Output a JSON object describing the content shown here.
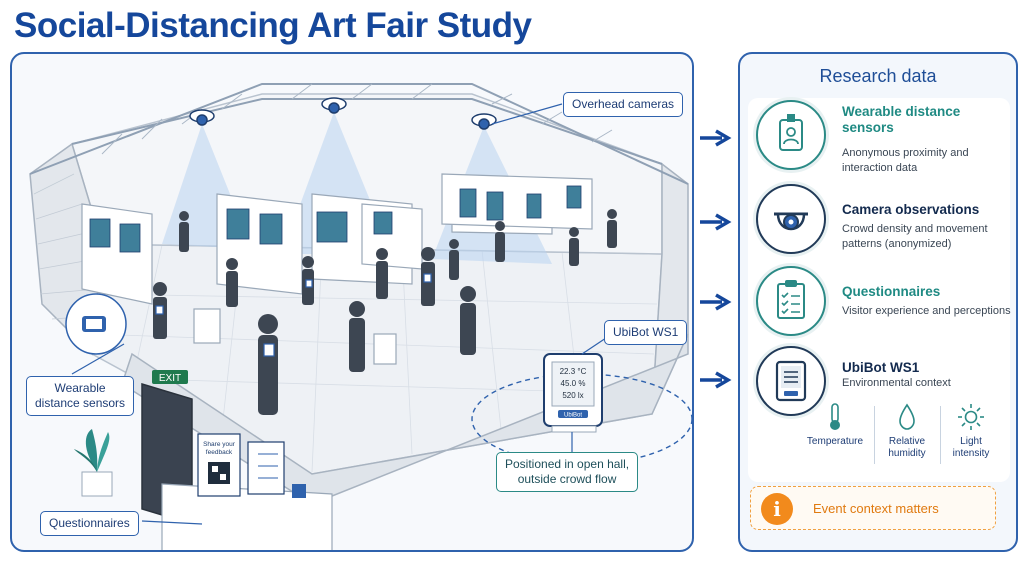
{
  "title": "Social-Distancing Art Fair Study",
  "scene": {
    "callouts": {
      "overhead_cameras": "Overhead cameras",
      "ubibot": "UbiBot WS1",
      "wearable": "Wearable\ndistance sensors",
      "questionnaires": "Questionnaires",
      "positioned": "Positioned in open hall,\noutside crowd flow"
    },
    "exit_sign": "EXIT",
    "feedback_card": "Share your\nfeedback",
    "device_readings": [
      "22.3 °C",
      "45.0 %",
      "520 lx"
    ],
    "device_brand": "UbiBot"
  },
  "research": {
    "title": "Research data",
    "items": [
      {
        "title": "Wearable distance sensors",
        "desc": "Anonymous proximity and interaction data",
        "icon": "badge-sensor-icon"
      },
      {
        "title": "Camera observations",
        "desc": "Crowd density and movement patterns (anonymized)",
        "icon": "dome-camera-icon"
      },
      {
        "title": "Questionnaires",
        "desc": "Visitor experience and perceptions",
        "icon": "clipboard-icon"
      },
      {
        "title": "UbiBot WS1",
        "desc": "Environmental context",
        "icon": "ubibot-device-icon"
      }
    ],
    "env": [
      {
        "label": "Temperature",
        "icon": "thermometer-icon"
      },
      {
        "label": "Relative humidity",
        "icon": "droplet-icon"
      },
      {
        "label": "Light intensity",
        "icon": "sun-icon"
      }
    ],
    "context_note": "Event context matters"
  },
  "colors": {
    "primary": "#15479b",
    "teal": "#2b8a86",
    "dark": "#132a4e",
    "orange": "#f28a1c"
  }
}
